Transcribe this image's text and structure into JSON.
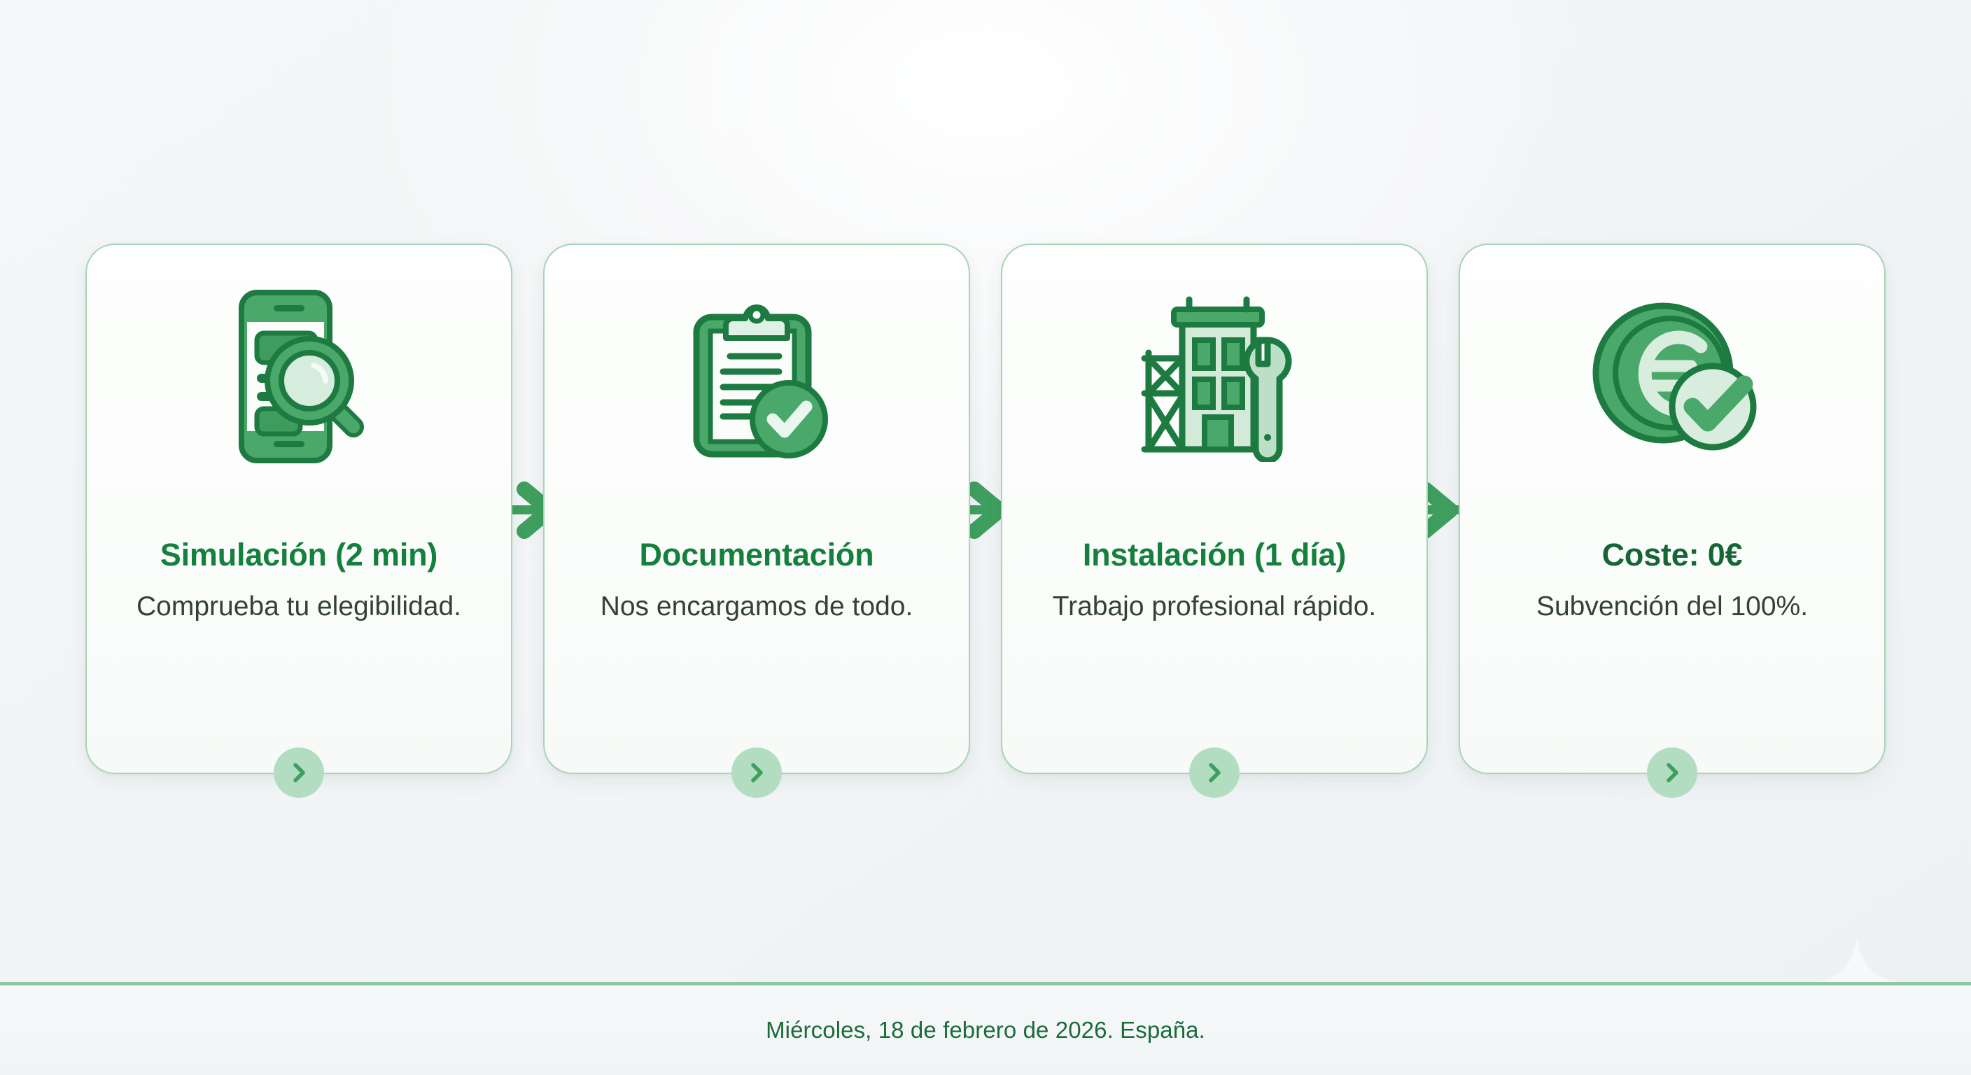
{
  "page": {
    "background_color": "#f2f4f6",
    "accent_color": "#3f9f5f",
    "title_color": "#15803d",
    "border_color": "#a8d5b5"
  },
  "process": {
    "connector_arrow_count": 3,
    "steps": [
      {
        "icon": "smartphone-search-icon",
        "title": "Simulación (2 min)",
        "description": "Comprueba tu elegibilidad.",
        "chevron": "chevron-right-icon"
      },
      {
        "icon": "clipboard-check-icon",
        "title": "Documentación",
        "description": "Nos encargamos de todo.",
        "chevron": "chevron-right-icon"
      },
      {
        "icon": "building-wrench-icon",
        "title": "Instalación (1 día)",
        "description": "Trabajo profesional rápido.",
        "chevron": "chevron-right-icon"
      },
      {
        "icon": "euro-coin-check-icon",
        "title": "Coste: 0€",
        "description": "Subvención del 100%.",
        "chevron": "chevron-right-icon"
      }
    ]
  },
  "footer": {
    "text": "Miércoles, 18 de febrero de 2026. España."
  }
}
